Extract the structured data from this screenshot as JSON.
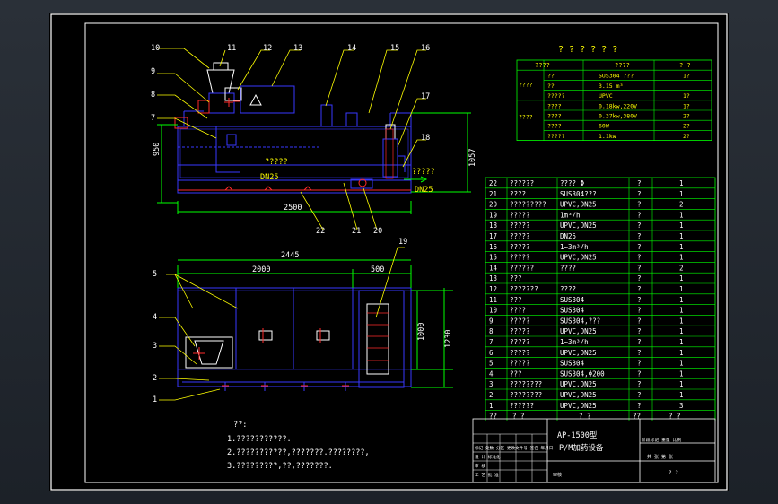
{
  "colors": {
    "background": "#000000",
    "frame": "#ffffff",
    "outline": "#3838ff",
    "dimension": "#00ff00",
    "text_white": "#ffffff",
    "text_yellow": "#ffff00",
    "table_green": "#00ff00",
    "leader_yellow": "#ffff00",
    "marker_red": "#ff2a2a"
  },
  "front_view": {
    "part_numbers": [
      "10",
      "11",
      "12",
      "13",
      "14",
      "15",
      "16",
      "17",
      "18",
      "9",
      "8",
      "7"
    ],
    "lower_numbers": [
      "22",
      "21",
      "20"
    ],
    "left_dim": "950",
    "right_dim": "1057",
    "width_dim": "2500",
    "outlet_label": "DN25",
    "outlet_right_label": "DN25",
    "tank_label": "?????",
    "outlet_note": "?????"
  },
  "plan_view": {
    "part_numbers": [
      "5",
      "4",
      "3",
      "2",
      "1",
      "19"
    ],
    "dim_total": "2445",
    "dim_main": "2000",
    "dim_side": "500",
    "dim_height": "1000",
    "dim_total_height": "1230"
  },
  "spec_table": {
    "title": "? ? ? ? ? ?",
    "header": [
      "????",
      "????",
      "? ?"
    ],
    "rows": [
      {
        "group": "????",
        "item": "??",
        "spec": "SUS304 ???",
        "qty": "1?"
      },
      {
        "group": "",
        "item": "??",
        "spec": "3.15 m³",
        "qty": ""
      },
      {
        "group": "",
        "item": "?????",
        "spec": "UPVC",
        "qty": "1?"
      },
      {
        "group": "????",
        "item": "????",
        "spec": "0.18kw,220V",
        "qty": "1?"
      },
      {
        "group": "",
        "item": "????",
        "spec": "0.37kw,380V",
        "qty": "2?"
      },
      {
        "group": "",
        "item": "????",
        "spec": "60W",
        "qty": "2?"
      },
      {
        "group": "",
        "item": "?????",
        "spec": "1.1kw",
        "qty": "2?"
      }
    ]
  },
  "parts_list": [
    {
      "no": "22",
      "name": "??????",
      "material": "???? Φ",
      "a": "?",
      "b": "1"
    },
    {
      "no": "21",
      "name": "????",
      "material": "SUS304???",
      "a": "?",
      "b": "1"
    },
    {
      "no": "20",
      "name": "?????????",
      "material": "UPVC,DN25",
      "a": "?",
      "b": "2"
    },
    {
      "no": "19",
      "name": "?????",
      "material": "1m³/h",
      "a": "?",
      "b": "1"
    },
    {
      "no": "18",
      "name": "?????",
      "material": "UPVC,DN25",
      "a": "?",
      "b": "1"
    },
    {
      "no": "17",
      "name": "?????",
      "material": "DN25",
      "a": "?",
      "b": "1"
    },
    {
      "no": "16",
      "name": "?????",
      "material": "1~3m³/h",
      "a": "?",
      "b": "1"
    },
    {
      "no": "15",
      "name": "?????",
      "material": "UPVC,DN25",
      "a": "?",
      "b": "1"
    },
    {
      "no": "14",
      "name": "??????",
      "material": "????",
      "a": "?",
      "b": "2"
    },
    {
      "no": "13",
      "name": "???",
      "material": "",
      "a": "?",
      "b": "1"
    },
    {
      "no": "12",
      "name": "???????",
      "material": "????",
      "a": "?",
      "b": "1"
    },
    {
      "no": "11",
      "name": "???",
      "material": "SUS304",
      "a": "?",
      "b": "1"
    },
    {
      "no": "10",
      "name": "????",
      "material": "SUS304",
      "a": "?",
      "b": "1"
    },
    {
      "no": "9",
      "name": "?????",
      "material": "SUS304,???",
      "a": "?",
      "b": "1"
    },
    {
      "no": "8",
      "name": "?????",
      "material": "UPVC,DN25",
      "a": "?",
      "b": "1"
    },
    {
      "no": "7",
      "name": "?????",
      "material": "1~3m³/h",
      "a": "?",
      "b": "1"
    },
    {
      "no": "6",
      "name": "?????",
      "material": "UPVC,DN25",
      "a": "?",
      "b": "1"
    },
    {
      "no": "5",
      "name": "?????",
      "material": "SUS304",
      "a": "?",
      "b": "1"
    },
    {
      "no": "4",
      "name": "???",
      "material": "SUS304,Φ200",
      "a": "?",
      "b": "1"
    },
    {
      "no": "3",
      "name": "????????",
      "material": "UPVC,DN25",
      "a": "?",
      "b": "1"
    },
    {
      "no": "2",
      "name": "????????",
      "material": "UPVC,DN25",
      "a": "?",
      "b": "1"
    },
    {
      "no": "1",
      "name": "??????",
      "material": "UPVC,DN25",
      "a": "?",
      "b": "3"
    }
  ],
  "parts_header": {
    "no": "??",
    "name": "? ?",
    "material": "? ?",
    "a": "??",
    "b": "? ?"
  },
  "notes": {
    "title": "??:",
    "lines": [
      "1.???????????.",
      "2.???????????,???????.????????,",
      "3.?????????,??,???????."
    ]
  },
  "title_block": {
    "model": "AP-1500型",
    "name": "P/M加药设备",
    "left_rows": [
      "标记 处数 分区 更改文件号 签名 年月日",
      "设 计    标准化",
      "审 核",
      "工 艺    批 准"
    ],
    "bottom_left": "审核",
    "right_header": "阶段标记 重量 比例",
    "right_sub": "共  张   第  张",
    "sheet_no": "? ?"
  }
}
